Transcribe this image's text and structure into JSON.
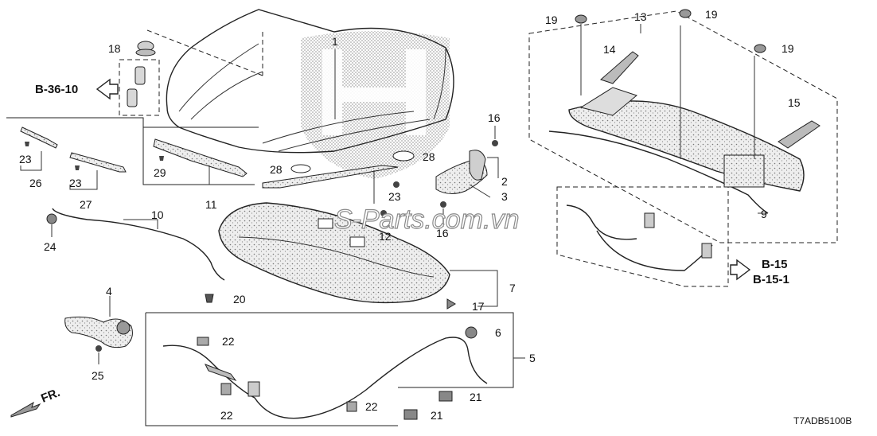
{
  "diagram": {
    "code": "T7ADB5100B",
    "watermark": "S-Parts.com.vn",
    "front_label": "FR.",
    "refs": {
      "b36": "B-36-10",
      "b15": "B-15",
      "b151": "B-15-1"
    },
    "callouts": {
      "c1": "1",
      "c2": "2",
      "c3": "3",
      "c4": "4",
      "c5": "5",
      "c6": "6",
      "c7": "7",
      "c9": "9",
      "c10": "10",
      "c11": "11",
      "c12": "12",
      "c13": "13",
      "c14": "14",
      "c15": "15",
      "c16a": "16",
      "c16b": "16",
      "c17": "17",
      "c18": "18",
      "c19a": "19",
      "c19b": "19",
      "c19c": "19",
      "c20": "20",
      "c21a": "21",
      "c21b": "21",
      "c22a": "22",
      "c22b": "22",
      "c22c": "22",
      "c23a": "23",
      "c23b": "23",
      "c23c": "23",
      "c24": "24",
      "c25": "25",
      "c26": "26",
      "c27": "27",
      "c28a": "28",
      "c28b": "28",
      "c29": "29"
    }
  }
}
